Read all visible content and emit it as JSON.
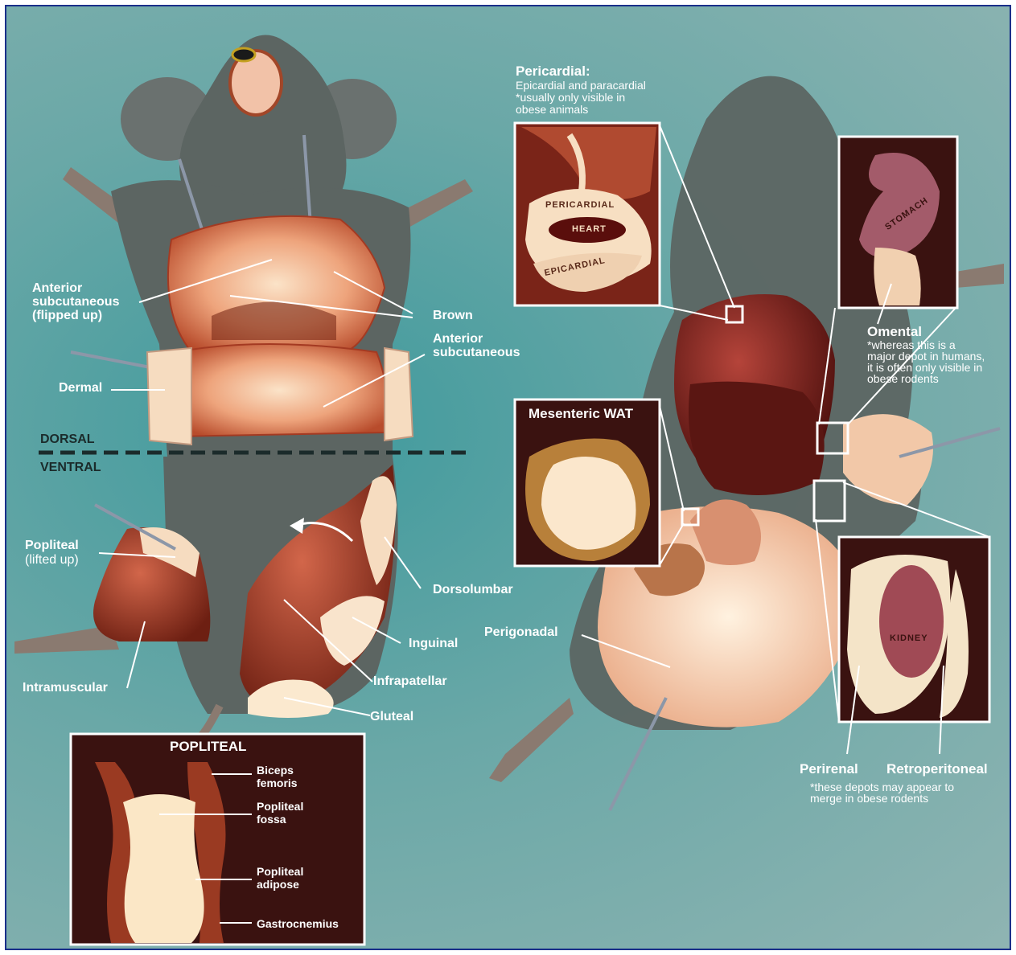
{
  "left_labels": {
    "anterior_subcutaneous_flipped": "Anterior\nsubcutaneous\n(flipped up)",
    "brown": "Brown",
    "anterior_subcutaneous": "Anterior\nsubcutaneous",
    "dermal": "Dermal",
    "dorsal": "DORSAL",
    "ventral": "VENTRAL",
    "popliteal_lifted": "Popliteal",
    "popliteal_lifted_note": "(lifted up)",
    "dorsolumbar": "Dorsolumbar",
    "inguinal": "Inguinal",
    "infrapatellar": "Infrapatellar",
    "gluteal": "Gluteal",
    "intramuscular": "Intramuscular"
  },
  "popliteal_box": {
    "title": "POPLITEAL",
    "biceps": "Biceps\nfemoris",
    "fossa": "Popliteal\nfossa",
    "adipose": "Popliteal\nadipose",
    "gastro": "Gastrocnemius"
  },
  "pericardial": {
    "title": "Pericardial:",
    "line1": "Epicardial and paracardial",
    "line2": "*usually only visible in",
    "line3": "obese animals",
    "inset_pericardial": "PERICARDIAL",
    "inset_heart": "HEART",
    "inset_epicardial": "EPICARDIAL"
  },
  "omental": {
    "title": "Omental",
    "note": "*whereas this is a\nmajor depot in humans,\nit is often only visible in\nobese rodents",
    "inset_stomach": "STOMACH"
  },
  "mesenteric": {
    "title": "Mesenteric WAT"
  },
  "perigonadal": "Perigonadal",
  "kidney_box": {
    "inset_kidney": "KIDNEY",
    "perirenal": "Perirenal",
    "retroperitoneal": "Retroperitoneal",
    "note": "*these depots may appear to\nmerge in obese rodents"
  },
  "colors": {
    "background": "#6aa8a7",
    "mouse_body": "#5c6562",
    "fat_pale": "#f6dcc0",
    "muscle": "#9a3a22",
    "inset_bg": "#3a1210"
  }
}
